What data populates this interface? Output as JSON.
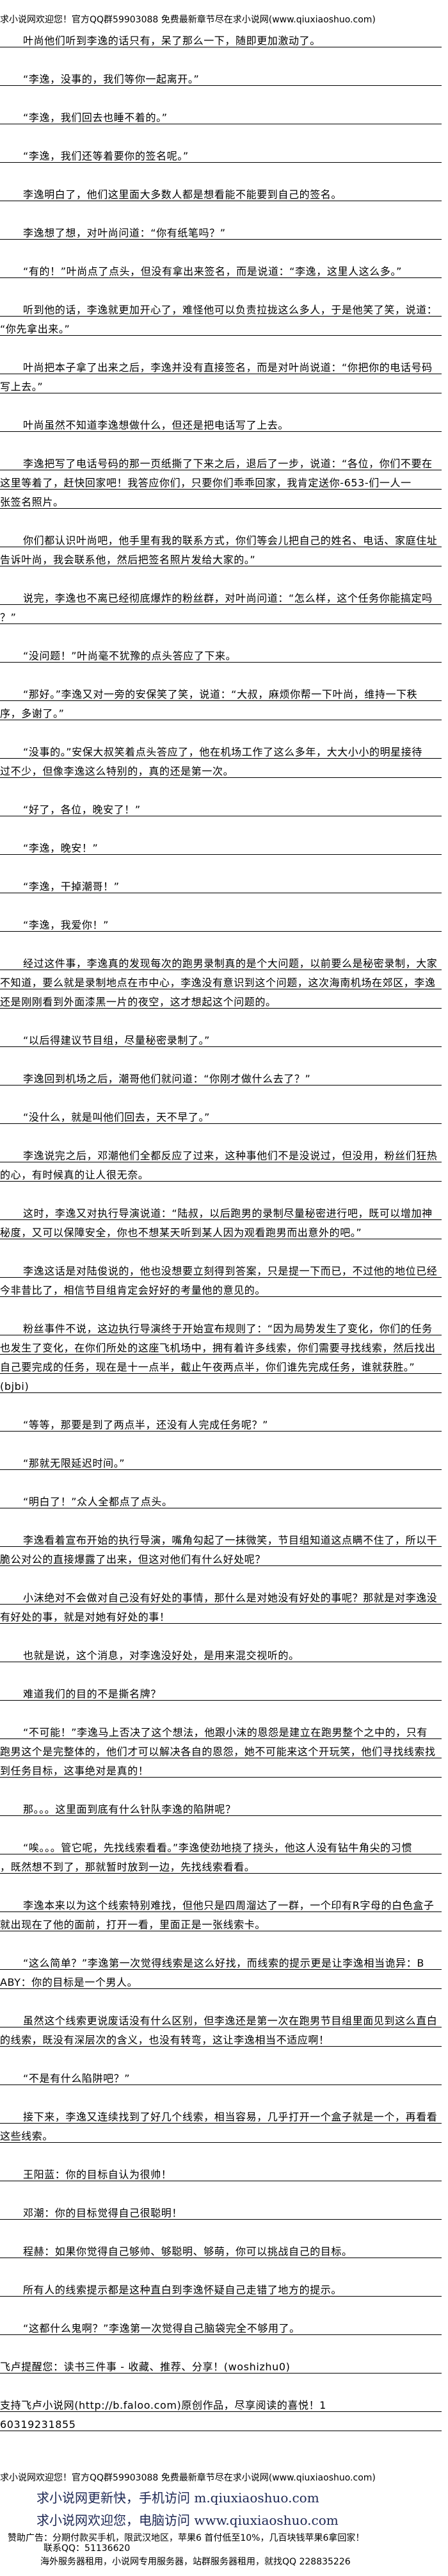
{
  "site_header": "求小说网欢迎您！官方QQ群59903088 免费最新章节尽在求小说网(www.qiuxiaoshuo.com)",
  "paragraphs": [
    {
      "lines": [
        "叶尚他们听到李逸的话只有，呆了那么一下，随即更加激动了。"
      ]
    },
    {
      "lines": [
        "“李逸，没事的，我们等你一起离开。”"
      ]
    },
    {
      "lines": [
        "“李逸，我们回去也睡不着的。”"
      ]
    },
    {
      "lines": [
        "“李逸，我们还等着要你的签名呢。”"
      ]
    },
    {
      "lines": [
        "李逸明白了，他们这里面大多数人都是想看能不能要到自己的签名。"
      ]
    },
    {
      "lines": [
        "李逸想了想，对叶尚问道：“你有纸笔吗？”"
      ]
    },
    {
      "lines": [
        "“有的！”叶尚点了点头，但没有拿出来签名，而是说道：“李逸，这里人这么多。”"
      ]
    },
    {
      "lines": [
        "听到他的话，李逸就更加开心了，难怪他可以负责拉拢这么多人，于是他笑了笑，说道：",
        "“你先拿出来。”"
      ]
    },
    {
      "lines": [
        "叶尚把本子拿了出来之后，李逸并没有直接签名，而是对叶尚说道：“你把你的电话号码",
        "写上去。”"
      ]
    },
    {
      "lines": [
        "叶尚虽然不知道李逸想做什么，但还是把电话写了上去。"
      ]
    },
    {
      "lines": [
        "李逸把写了电话号码的那一页纸撕了下来之后，退后了一步，说道：“各位，你们不要在",
        "这里等着了，赶快回家吧！我答应你们，只要你们乖乖回家，我肯定送你-653-们一人一",
        "张签名照片。"
      ]
    },
    {
      "lines": [
        "你们都认识叶尚吧，他手里有我的联系方式，你们等会儿把自己的姓名、电话、家庭住址",
        "告诉叶尚，我会联系他，然后把签名照片发给大家的。”"
      ]
    },
    {
      "lines": [
        "说完，李逸也不离已经彻底爆炸的粉丝群，对叶尚问道：“怎么样，这个任务你能搞定吗",
        "？”"
      ]
    },
    {
      "lines": [
        "“没问题！”叶尚毫不犹豫的点头答应了下来。"
      ]
    },
    {
      "lines": [
        "“那好。”李逸又对一旁的安保笑了笑，说道：“大叔，麻烦你帮一下叶尚，维持一下秩",
        "序，多谢了。”"
      ]
    },
    {
      "lines": [
        "“没事的。”安保大叔笑着点头答应了，他在机场工作了这么多年，大大小小的明星接待",
        "过不少，但像李逸这么特别的，真的还是第一次。"
      ]
    },
    {
      "lines": [
        "“好了，各位，晚安了！”"
      ]
    },
    {
      "lines": [
        "“李逸，晚安！”"
      ]
    },
    {
      "lines": [
        "“李逸，干掉潮哥！”"
      ]
    },
    {
      "lines": [
        "“李逸，我爱你！”"
      ]
    },
    {
      "lines": [
        "经过这件事，李逸真的发现每次的跑男录制真的是个大问题，以前要么是秘密录制，大家",
        "不知道，要么就是录制地点在市中心，李逸没有意识到这个问题，这次海南机场在郊区，李逸",
        "还是刚刚看到外面漆黑一片的夜空，这才想起这个问题的。"
      ]
    },
    {
      "lines": [
        "“以后得建议节目组，尽量秘密录制了。”"
      ]
    },
    {
      "lines": [
        "李逸回到机场之后，潮哥他们就问道：“你刚才做什么去了？”"
      ]
    },
    {
      "lines": [
        "“没什么，就是叫他们回去，天不早了。”"
      ]
    },
    {
      "lines": [
        "李逸说完之后，邓潮他们全都反应了过来，这种事他们不是没说过，但没用，粉丝们狂热",
        "的心，有时候真的让人很无奈。"
      ]
    },
    {
      "lines": [
        "这时，李逸又对执行导演说道：“陆叔，以后跑男的录制尽量秘密进行吧，既可以增加神",
        "秘度，又可以保障安全，你也不想某天听到某人因为观看跑男而出意外的吧。”"
      ]
    },
    {
      "lines": [
        "李逸这话是对陆俊说的，他也没想要立刻得到答案，只是提一下而已，不过他的地位已经",
        "今非昔比了，相信节目组肯定会好好的考量他的意见的。"
      ]
    },
    {
      "lines": [
        "粉丝事件不说，这边执行导演终于开始宣布规则了：“因为局势发生了变化，你们的任务",
        "也发生了变化，在你们所处的这座飞机场中，拥有着许多线索，你们需要寻找线索，然后找出",
        "自己要完成的任务，现在是十一点半，截止午夜两点半，你们谁先完成任务，谁就获胜。”",
        "(bjbi)"
      ]
    },
    {
      "lines": [
        "“等等，那要是到了两点半，还没有人完成任务呢？”"
      ]
    },
    {
      "lines": [
        "“那就无限延迟时间。”"
      ]
    },
    {
      "lines": [
        "“明白了！”众人全都点了点头。"
      ]
    },
    {
      "lines": [
        "李逸看着宣布开始的执行导演，嘴角勾起了一抹微笑，节目组知道这点瞒不住了，所以干",
        "脆公对公的直接爆露了出来，但这对他们有什么好处呢？"
      ]
    },
    {
      "lines": [
        "小沫绝对不会做对自己没有好处的事情，那什么是对她没有好处的事呢？那就是对李逸没",
        "有好处的事，就是对她有好处的事！"
      ]
    },
    {
      "lines": [
        "也就是说，这个消息，对李逸没好处，是用来混交视听的。"
      ]
    },
    {
      "lines": [
        "难道我们的目的不是撕名牌？"
      ]
    },
    {
      "lines": [
        "“不可能！”李逸马上否决了这个想法，他跟小沫的恩怨是建立在跑男整个之中的，只有",
        "跑男这个是完整体的，他们才可以解决各自的恩怨，她不可能来这个开玩笑，他们寻找线索找",
        "到任务目标，这事绝对是真的！"
      ]
    },
    {
      "lines": [
        "那。。。这里面到底有什么针队李逸的陷阱呢？"
      ]
    },
    {
      "lines": [
        "“唉。。。管它呢，先找线索看看。”李逸使劲地挠了挠头，他这人没有钻牛角尖的习惯",
        "，既然想不到了，那就暂时放到一边，先找线索看看。"
      ]
    },
    {
      "lines": [
        "李逸本来以为这个线索特别难找，但他只是四周溜达了一群，一个印有R字母的白色盒子",
        "就出现在了他的面前，打开一看，里面正是一张线索卡。"
      ]
    },
    {
      "lines": [
        "“这么简单？”李逸第一次觉得线索是这么好找，而线索的提示更是让李逸相当诡异：B",
        "ABY：你的目标是一个男人。"
      ]
    },
    {
      "lines": [
        "虽然这个线索更说废话没有什么区别，但李逸还是第一次在跑男节目组里面见到这么直白",
        "的线索，既没有深层次的含义，也没有转弯，这让李逸相当不适应啊！"
      ]
    },
    {
      "lines": [
        "“不是有什么陷阱吧？”"
      ]
    },
    {
      "lines": [
        "接下来，李逸又连续找到了好几个线索，相当容易，几乎打开一个盒子就是一个，再看看",
        "这些线索。"
      ]
    },
    {
      "lines": [
        "王阳蓝：你的目标自认为很帅！"
      ]
    },
    {
      "lines": [
        "邓潮：你的目标觉得自己很聪明！"
      ]
    },
    {
      "lines": [
        "程赫：如果你觉得自己够帅、够聪明、够萌，你可以挑战自己的目标。"
      ]
    },
    {
      "lines": [
        "所有人的线索提示都是这种直白到李逸怀疑自己走错了地方的提示。"
      ]
    },
    {
      "lines": [
        "“这都什么鬼啊？”李逸第一次觉得自己脑袋完全不够用了。"
      ]
    }
  ],
  "closing_notes": [
    {
      "lines": [
        "飞卢提醒您：读书三件事 - 收藏、推荐、分享！(woshizhu0)"
      ]
    },
    {
      "lines": [
        "支持飞卢小说网(http://b.faloo.com)原创作品，尽享阅读的喜悦！1",
        "60319231855"
      ]
    }
  ],
  "footer": {
    "notice": "求小说网欢迎您！官方QQ群59903088 免费最新章节尽在求小说网(www.qiuxiaoshuo.com)",
    "mobile_line": "求小说网更新快，手机访问 m.qiuxiaoshuo.com",
    "pc_line": "求小说网欢迎您，电脑访问 www.qiuxiaoshuo.com",
    "ad_line": "赞助广告：分期付款买手机，限武汉地区，苹果6 首付低至10%，几百块钱苹果6拿回家！",
    "ad_contact": "联系QQ：51136620",
    "server_ad": "海外服务器租用，小说网专用服务器，站群服务器租用，就找QQ 228835226"
  }
}
